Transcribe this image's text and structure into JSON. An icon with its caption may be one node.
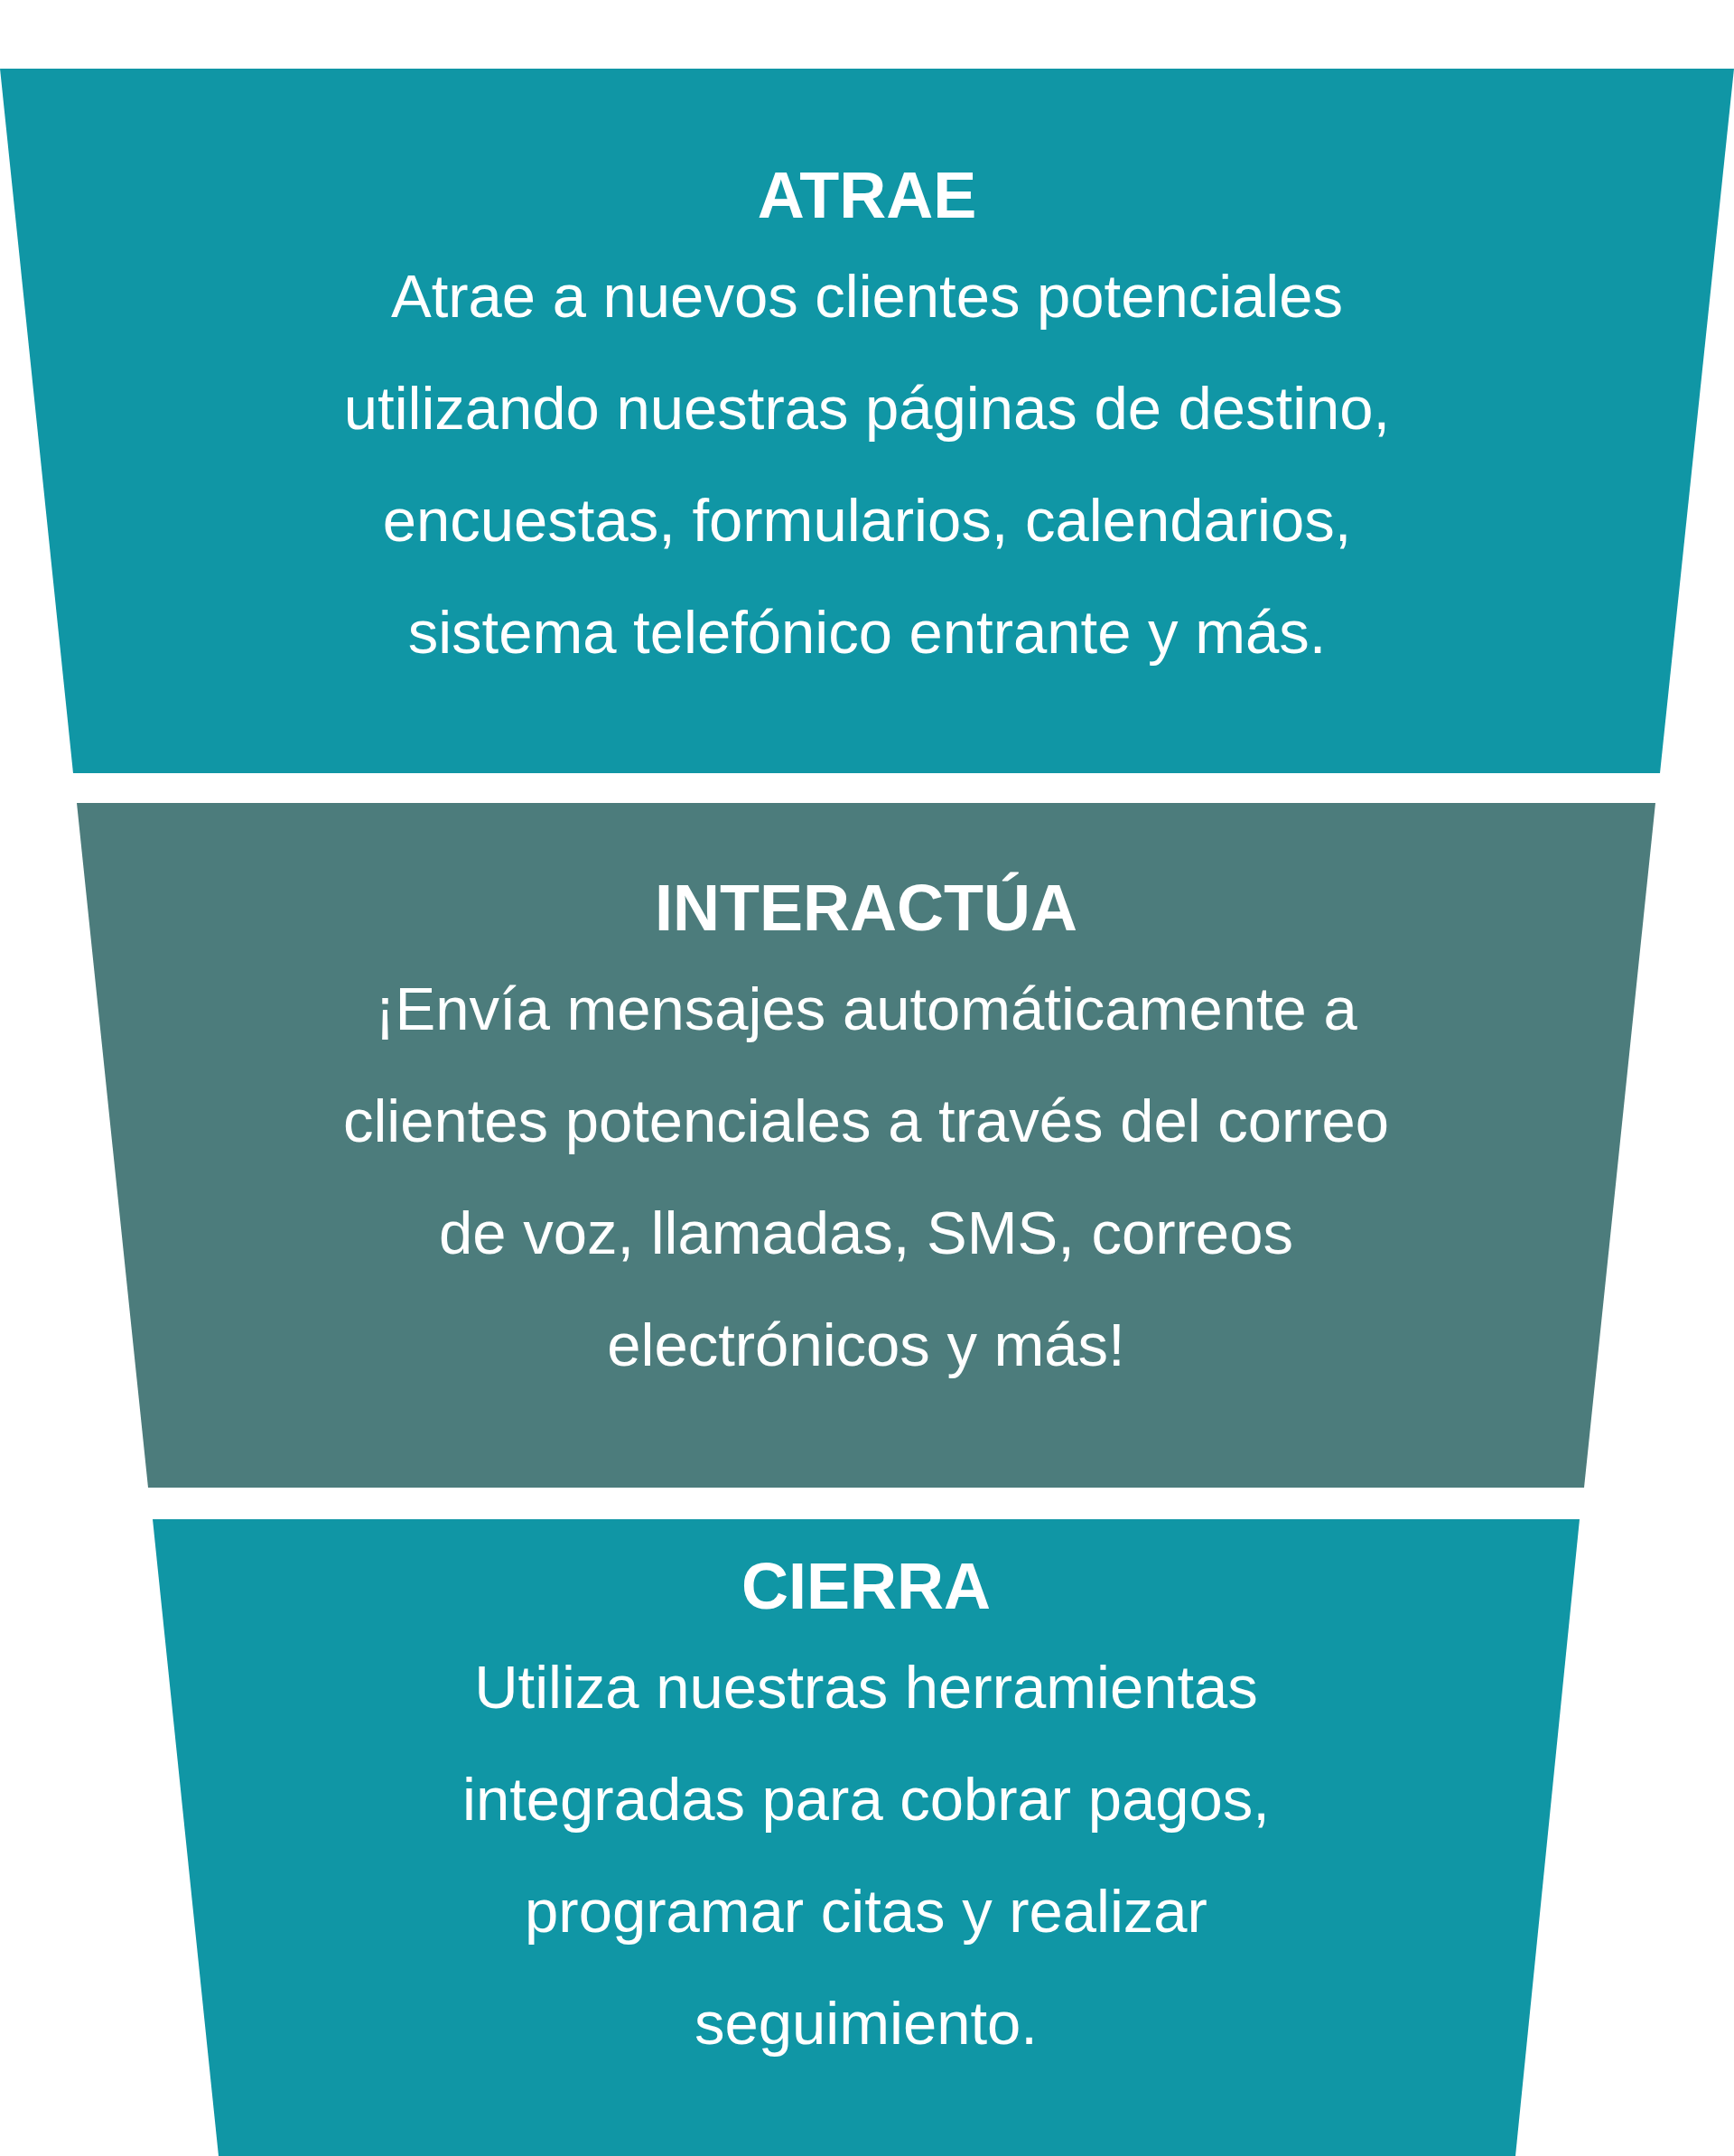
{
  "diagram": {
    "nodes": [
      {
        "text": [
          "ATRAE",
          "Atrae a nuevos clientes potenciales utilizando nuestras páginas de destino, encuestas, formularios, calendarios, sistema telefónico entrante y más."
        ]
      },
      {
        "text": [
          "INTERACTÚA",
          "¡Envía mensajes automáticamente a clientes potenciales a través del correo de voz, llamadas, SMS, correos electrónicos y más!"
        ]
      },
      {
        "text": [
          "CIERRA",
          "Utiliza nuestras herramientas integradas para cobrar pagos, programar citas y realizar seguimiento."
        ]
      }
    ]
  }
}
